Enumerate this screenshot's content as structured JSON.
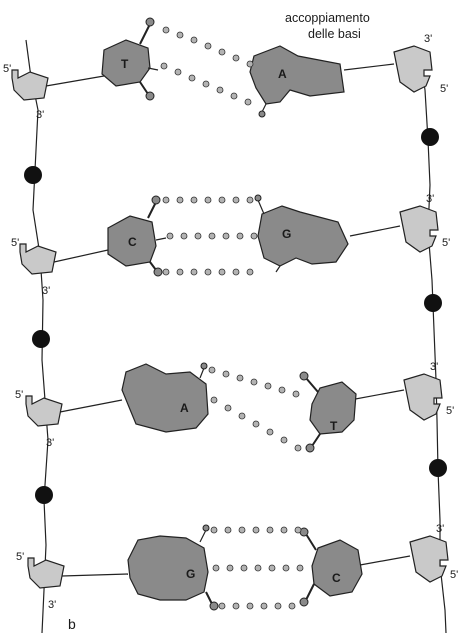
{
  "title": {
    "line1": "accoppiamento",
    "line2": "delle basi"
  },
  "figure_label": "b",
  "prime_labels": {
    "five": "5'",
    "three": "3'"
  },
  "pairs": [
    {
      "left_base": "T",
      "right_base": "A",
      "hydrogen_bonds": 2
    },
    {
      "left_base": "C",
      "right_base": "G",
      "hydrogen_bonds": 3
    },
    {
      "left_base": "A",
      "right_base": "T",
      "hydrogen_bonds": 2
    },
    {
      "left_base": "G",
      "right_base": "C",
      "hydrogen_bonds": 3
    }
  ],
  "colors": {
    "sugar_fill": "#c9c9c9",
    "base_fill": "#8a8a8a",
    "bond_fill": "#b3b3b3",
    "phosphate": "#111111",
    "line": "#222222"
  }
}
